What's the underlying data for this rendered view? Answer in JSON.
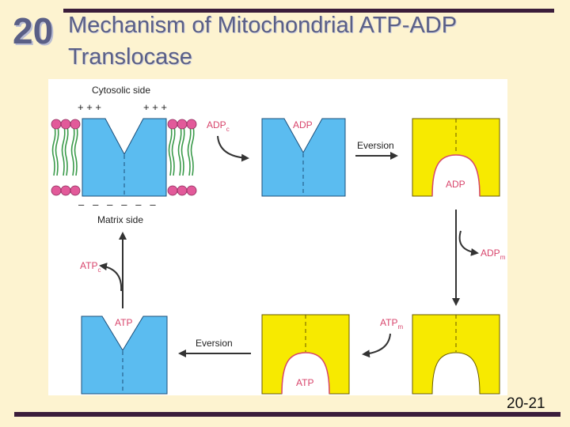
{
  "chapter_number": "20",
  "title": {
    "line1": "Mechanism of Mitochondrial ATP-ADP",
    "line2": "Translocase"
  },
  "figure": {
    "cytosolic_side": "Cytosolic side",
    "matrix_side": "Matrix side",
    "plus_charges_left": "+ + +",
    "plus_charges_right": "+ + +",
    "minus_charges": "–   –   –   –   –   –",
    "adp_c": "ADP",
    "adp_c_sub": "c",
    "adp_bound_top": "ADP",
    "eversion_top": "Eversion",
    "adp_bound_matrix": "ADP",
    "adp_m": "ADP",
    "adp_m_sub": "m",
    "atp_m": "ATP",
    "atp_m_sub": "m",
    "atp_bound_matrix": "ATP",
    "eversion_bottom": "Eversion",
    "atp_bound_top": "ATP",
    "atp_c": "ATP",
    "atp_c_sub": "c",
    "colors": {
      "cytosol_facing": "#5bbcf0",
      "matrix_facing": "#f7ea00",
      "lipid_head": "#e25a9a",
      "lipid_tail": "#3a9a4a",
      "arrow": "#333333",
      "cavity_edge": "#d8456c"
    }
  },
  "slide_number": "20-21"
}
